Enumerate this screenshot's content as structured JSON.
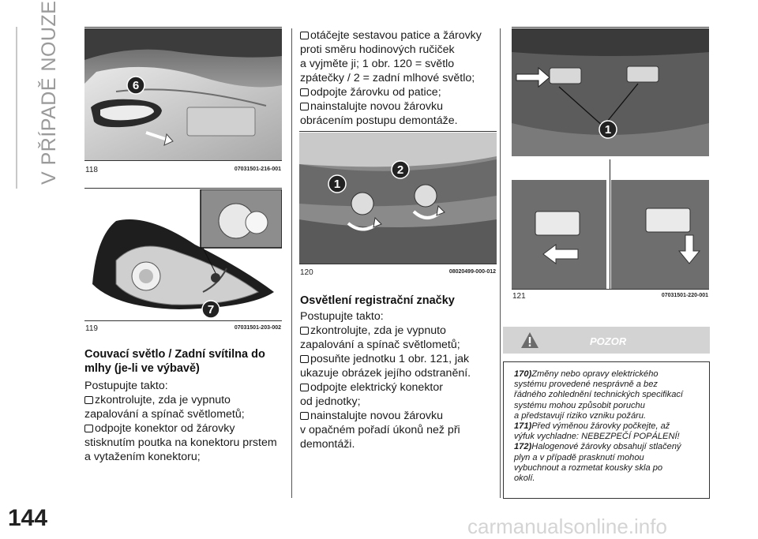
{
  "section_title": "V PŘÍPADĚ NOUZE",
  "page_number": "144",
  "watermark": "carmanualsonline.info",
  "figures": [
    {
      "number": "118",
      "code": "07031501-216-001",
      "callouts": [
        "6"
      ]
    },
    {
      "number": "119",
      "code": "07031501-203-002",
      "callouts": [
        "7"
      ]
    },
    {
      "number": "120",
      "code": "08020499-000-012",
      "callouts": [
        "1",
        "2"
      ]
    },
    {
      "number": "121",
      "code": "07031501-220-001",
      "callouts": [
        "1"
      ]
    }
  ],
  "reverse_section": {
    "heading_line1": "Couvací světlo / Zadní svítilna do",
    "heading_line2": "mlhy (je-li ve výbavě)",
    "intro": "Postupujte takto:",
    "step1_l1": "zkontrolujte, zda je vypnuto",
    "step1_l2": "zapalování a spínač světlometů;",
    "step2_l1": "odpojte konektor od žárovky",
    "step2_l2": "stisknutím poutka na konektoru prstem",
    "step2_l3": "a vytažením konektoru;",
    "step3_l1": "otáčejte sestavou patice a žárovky",
    "step3_l2": "proti směru hodinových ručiček",
    "step3_l3": "a vyjměte ji; 1 obr. 120 = světlo",
    "step3_l4": "zpátečky / 2 = zadní mlhové světlo;",
    "step4_l1": "odpojte žárovku od patice;",
    "step5_l1": "nainstalujte novou žárovku",
    "step5_l2": "obrácením postupu demontáže."
  },
  "plate_section": {
    "heading": "Osvětlení registrační značky",
    "intro": "Postupujte takto:",
    "step1_l1": "zkontrolujte, zda je vypnuto",
    "step1_l2": "zapalování a spínač světlometů;",
    "step2_l1": "posuňte jednotku 1 obr. 121, jak",
    "step2_l2": "ukazuje obrázek jejího odstranění.",
    "step3_l1": "odpojte elektrický konektor",
    "step3_l2": "od jednotky;",
    "step4_l1": "nainstalujte novou žárovku",
    "step4_l2": "v opačném pořadí úkonů než při",
    "step4_l3": "demontáži."
  },
  "warning": {
    "title": "POZOR",
    "n1": "170)",
    "t1_l1": "Změny nebo opravy elektrického",
    "t1_l2": "systému provedené nesprávně a bez",
    "t1_l3": "řádného zohlednění technických specifikací",
    "t1_l4": "systému mohou způsobit poruchu",
    "t1_l5": "a představují riziko vzniku požáru.",
    "n2": "171)",
    "t2_l1": "Před výměnou žárovky počkejte, až",
    "t2_l2": "výfuk vychladne: NEBEZPEČÍ POPÁLENÍ!",
    "n3": "172)",
    "t3_l1": "Halogenové žárovky obsahují stlačený",
    "t3_l2": "plyn a v případě prasknutí mohou",
    "t3_l3": "vybuchnout a rozmetat kousky skla po",
    "t3_l4": "okolí."
  }
}
